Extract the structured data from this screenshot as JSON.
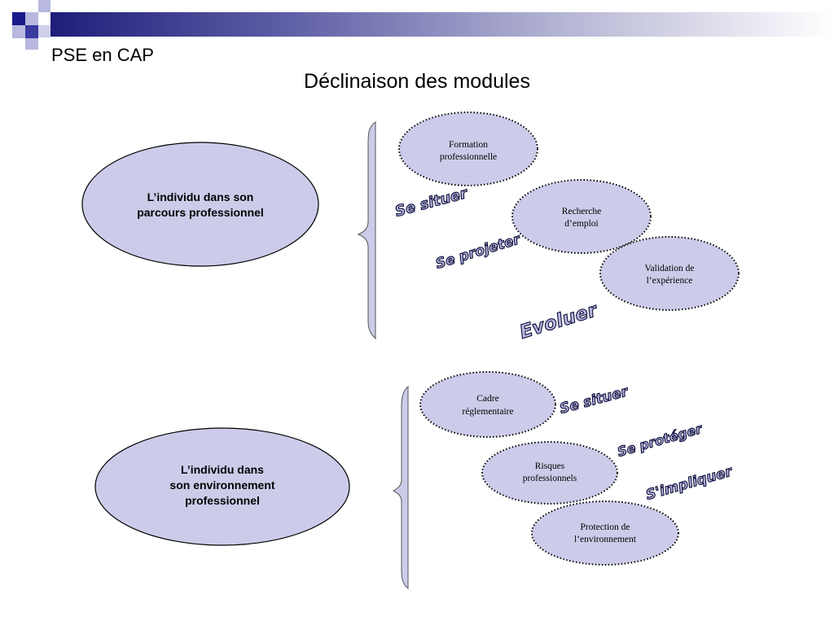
{
  "deck_title": "PSE en CAP",
  "slide_title": "Déclinaison des modules",
  "colors": {
    "ellipse_fill": "#ccccea",
    "ellipse_stroke": "#000000",
    "bracket_fill": "#ccccea",
    "topbar_dark": "#1e1e7a",
    "square_dark": "#1a1a8c",
    "square_light": "#b8b8e0"
  },
  "module1": {
    "label_line1": "L’individu dans son",
    "label_line2": "parcours professionnel",
    "items": [
      {
        "line1": "Formation",
        "line2": "professionnelle"
      },
      {
        "line1": "Recherche",
        "line2": "d’emploi"
      },
      {
        "line1": "Validation de",
        "line2": "l’expérience"
      }
    ],
    "verbs": [
      "Se situer",
      "Se projeter",
      "Evoluer"
    ]
  },
  "module2": {
    "label_line1": "L’individu dans",
    "label_line2": "son environnement",
    "label_line3": "professionnel",
    "items": [
      {
        "line1": "Cadre",
        "line2": "réglementaire"
      },
      {
        "line1": "Risques",
        "line2": "professionnels"
      },
      {
        "line1": "Protection de",
        "line2": "l’environnement"
      }
    ],
    "verbs": [
      "Se situer",
      "Se protéger",
      "S'impliquer"
    ]
  }
}
